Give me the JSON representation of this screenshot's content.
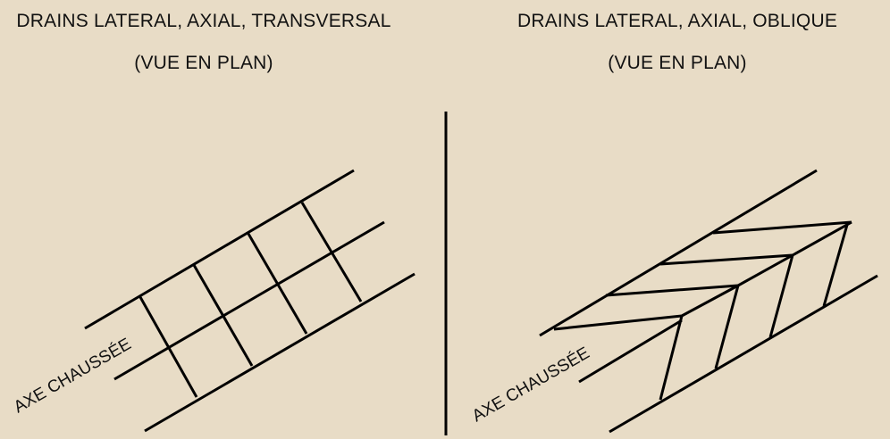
{
  "left_panel": {
    "title_line1": "DRAINS LATERAL, AXIAL, TRANSVERSAL",
    "title_line2": "(VUE EN PLAN)",
    "axis_label": "AXE CHAUSSÉE"
  },
  "right_panel": {
    "title_line1": "DRAINS LATERAL, AXIAL, OBLIQUE",
    "title_line2": "(VUE EN PLAN)",
    "axis_label": "AXE CHAUSSÉE"
  },
  "colors": {
    "background": "#e8dcc6",
    "ink": "#000000"
  }
}
